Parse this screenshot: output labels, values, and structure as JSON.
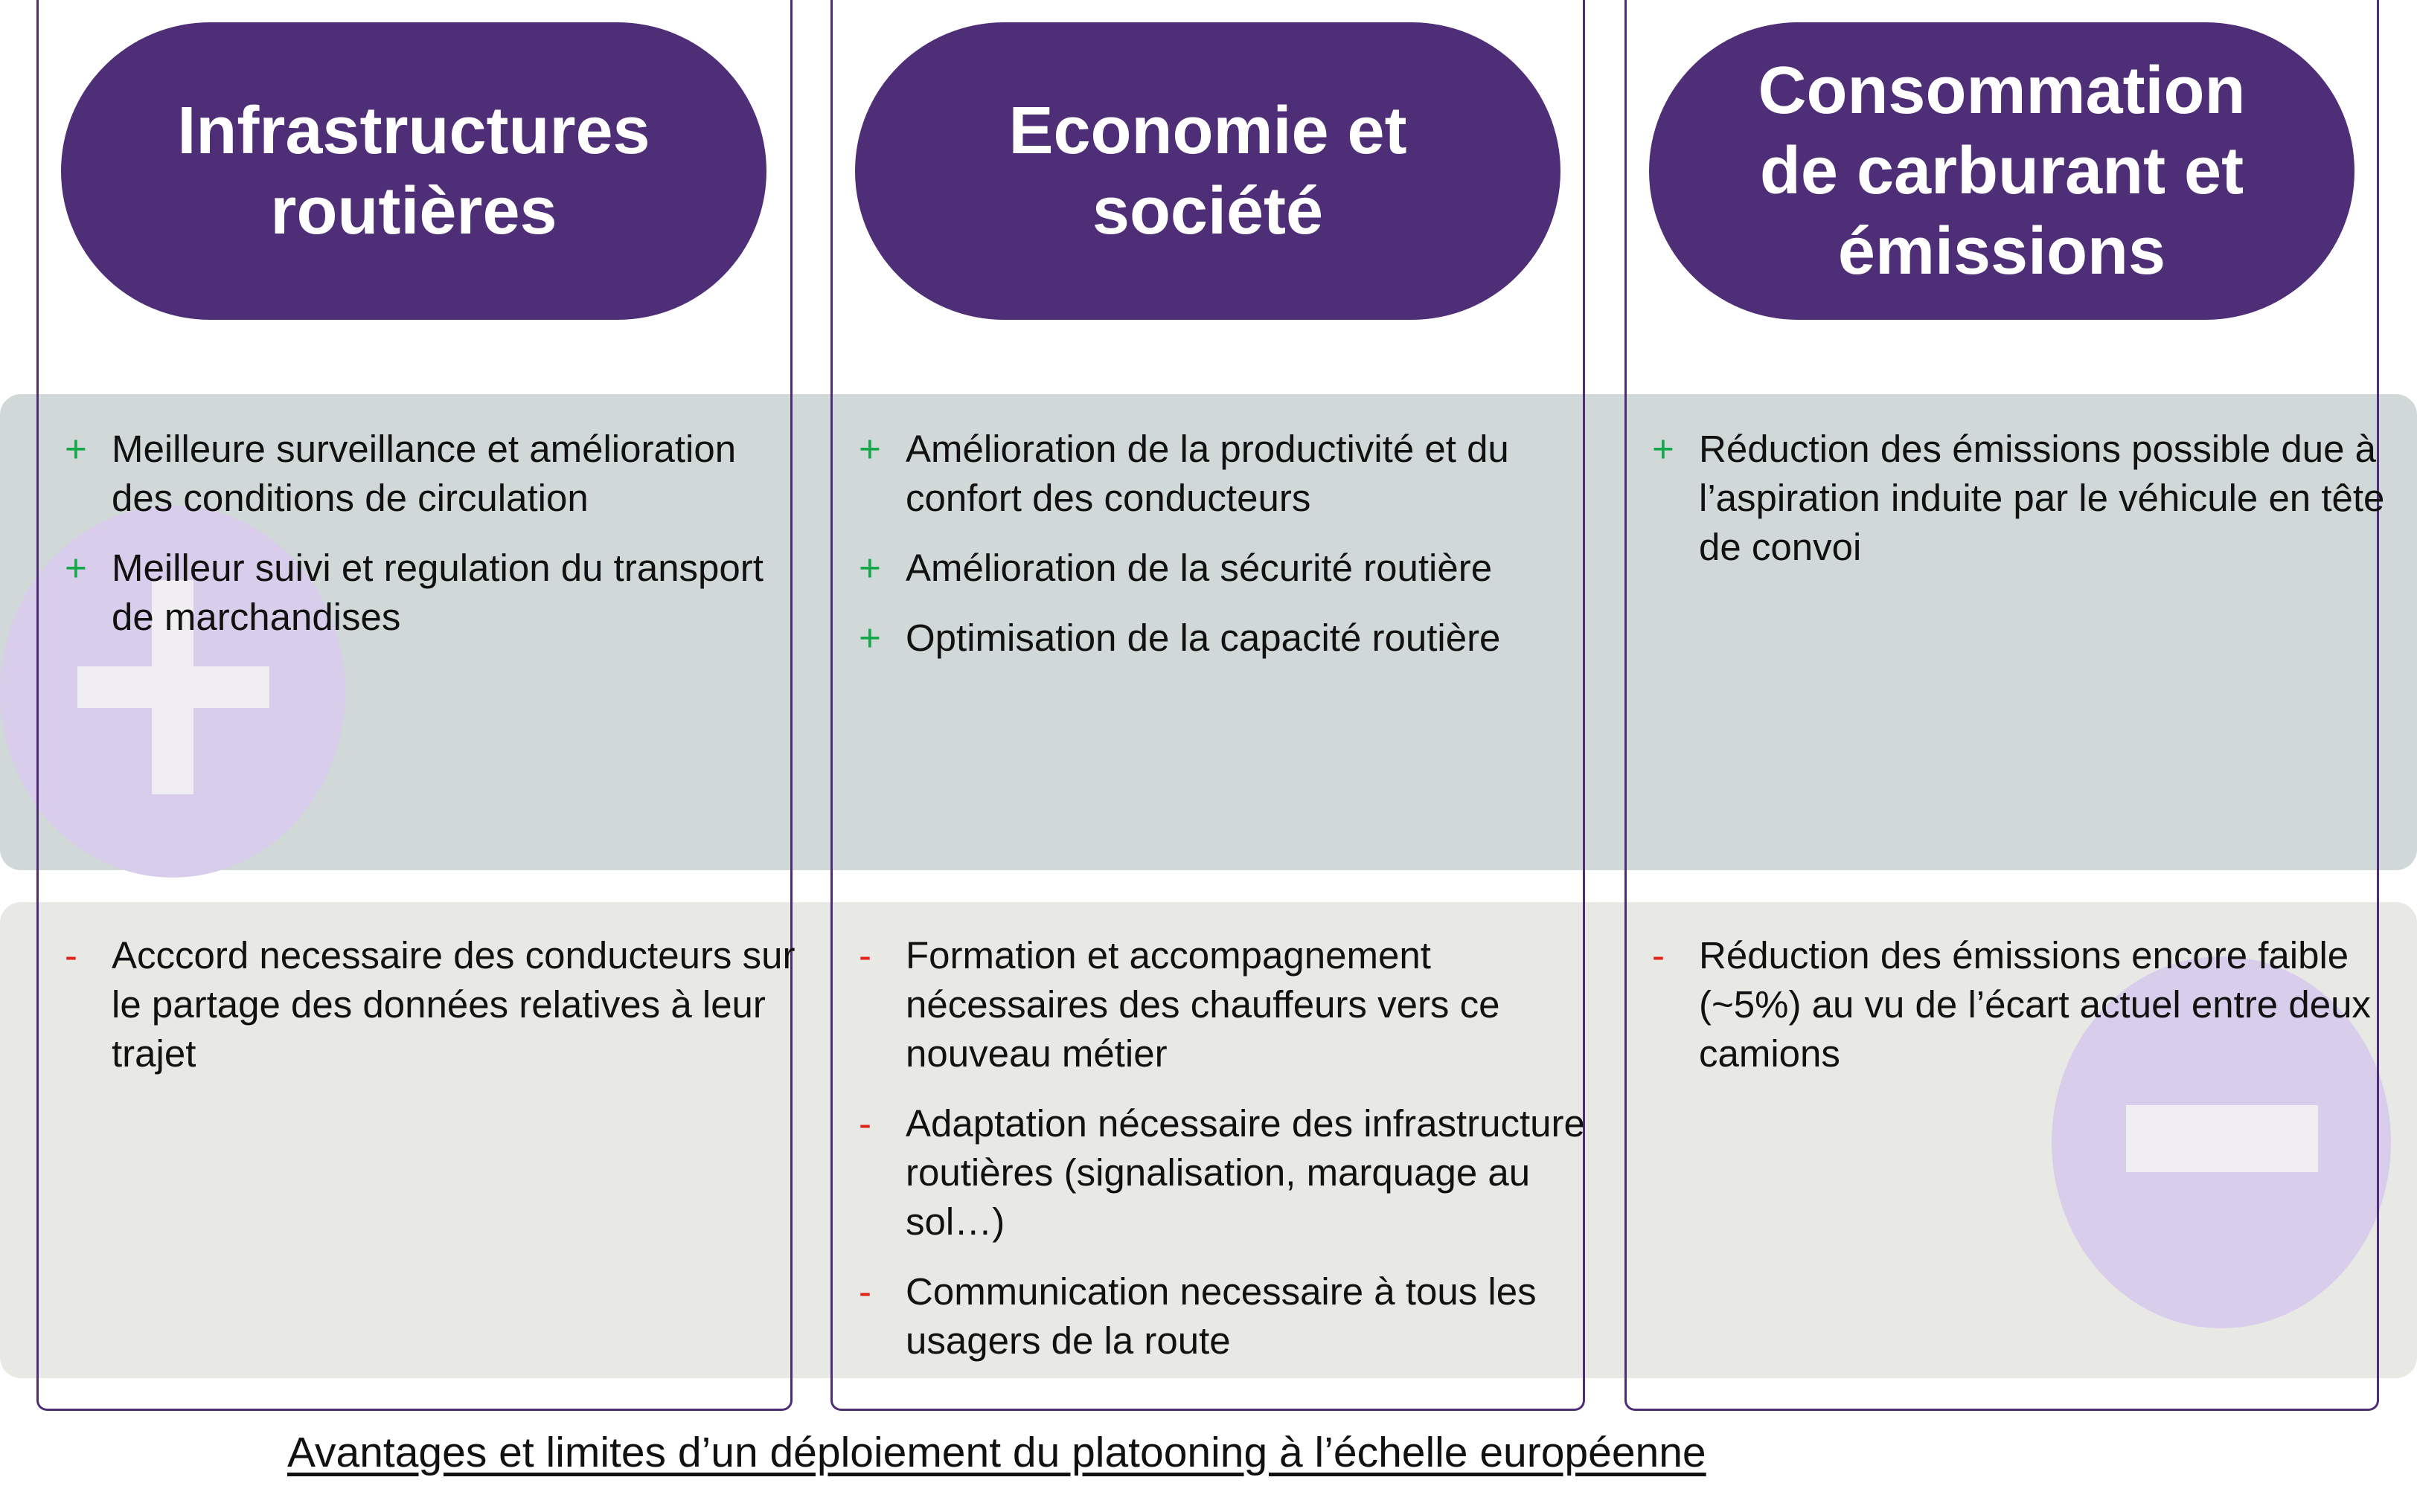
{
  "colors": {
    "header_fill": "#4e2f77",
    "column_border": "#4e2c77",
    "advantages_band": "#d1d8d8",
    "limits_band": "#e8e8e5",
    "plus_marker": "#14a84a",
    "minus_marker": "#e2231a",
    "badge_circle": "#d9cdec"
  },
  "icons": {
    "advantages_badge": "plus-icon",
    "limits_badge": "minus-icon"
  },
  "columns": [
    {
      "title": "Infrastructures\nroutières",
      "advantages": [
        "Meilleure surveillance et amélioration des conditions de circulation",
        "Meilleur suivi et regulation du transport de marchandises"
      ],
      "limits": [
        "Acccord necessaire des conducteurs sur le partage des données relatives à leur trajet"
      ]
    },
    {
      "title": "Economie et\nsociété",
      "advantages": [
        "Amélioration de la productivité et du confort des conducteurs",
        "Amélioration de la sécurité routière",
        "Optimisation de la capacité routière"
      ],
      "limits": [
        "Formation et accompagnement nécessaires des chauffeurs vers ce nouveau métier",
        "Adaptation nécessaire des infrastructure routières (signalisation, marquage au sol…)",
        "Communication necessaire à tous les usagers de la route"
      ]
    },
    {
      "title": "Consommation\nde carburant et\némissions",
      "advantages": [
        "Réduction des émissions possible due à l’aspiration induite par le véhicule en tête de convoi"
      ],
      "limits": [
        "Réduction des émissions encore faible (~5%) au vu de l’écart actuel entre deux camions"
      ]
    }
  ],
  "markers": {
    "advantage": "+",
    "limit": "-"
  },
  "caption": "Avantages et limites d’un déploiement du platooning à l’échelle européenne"
}
